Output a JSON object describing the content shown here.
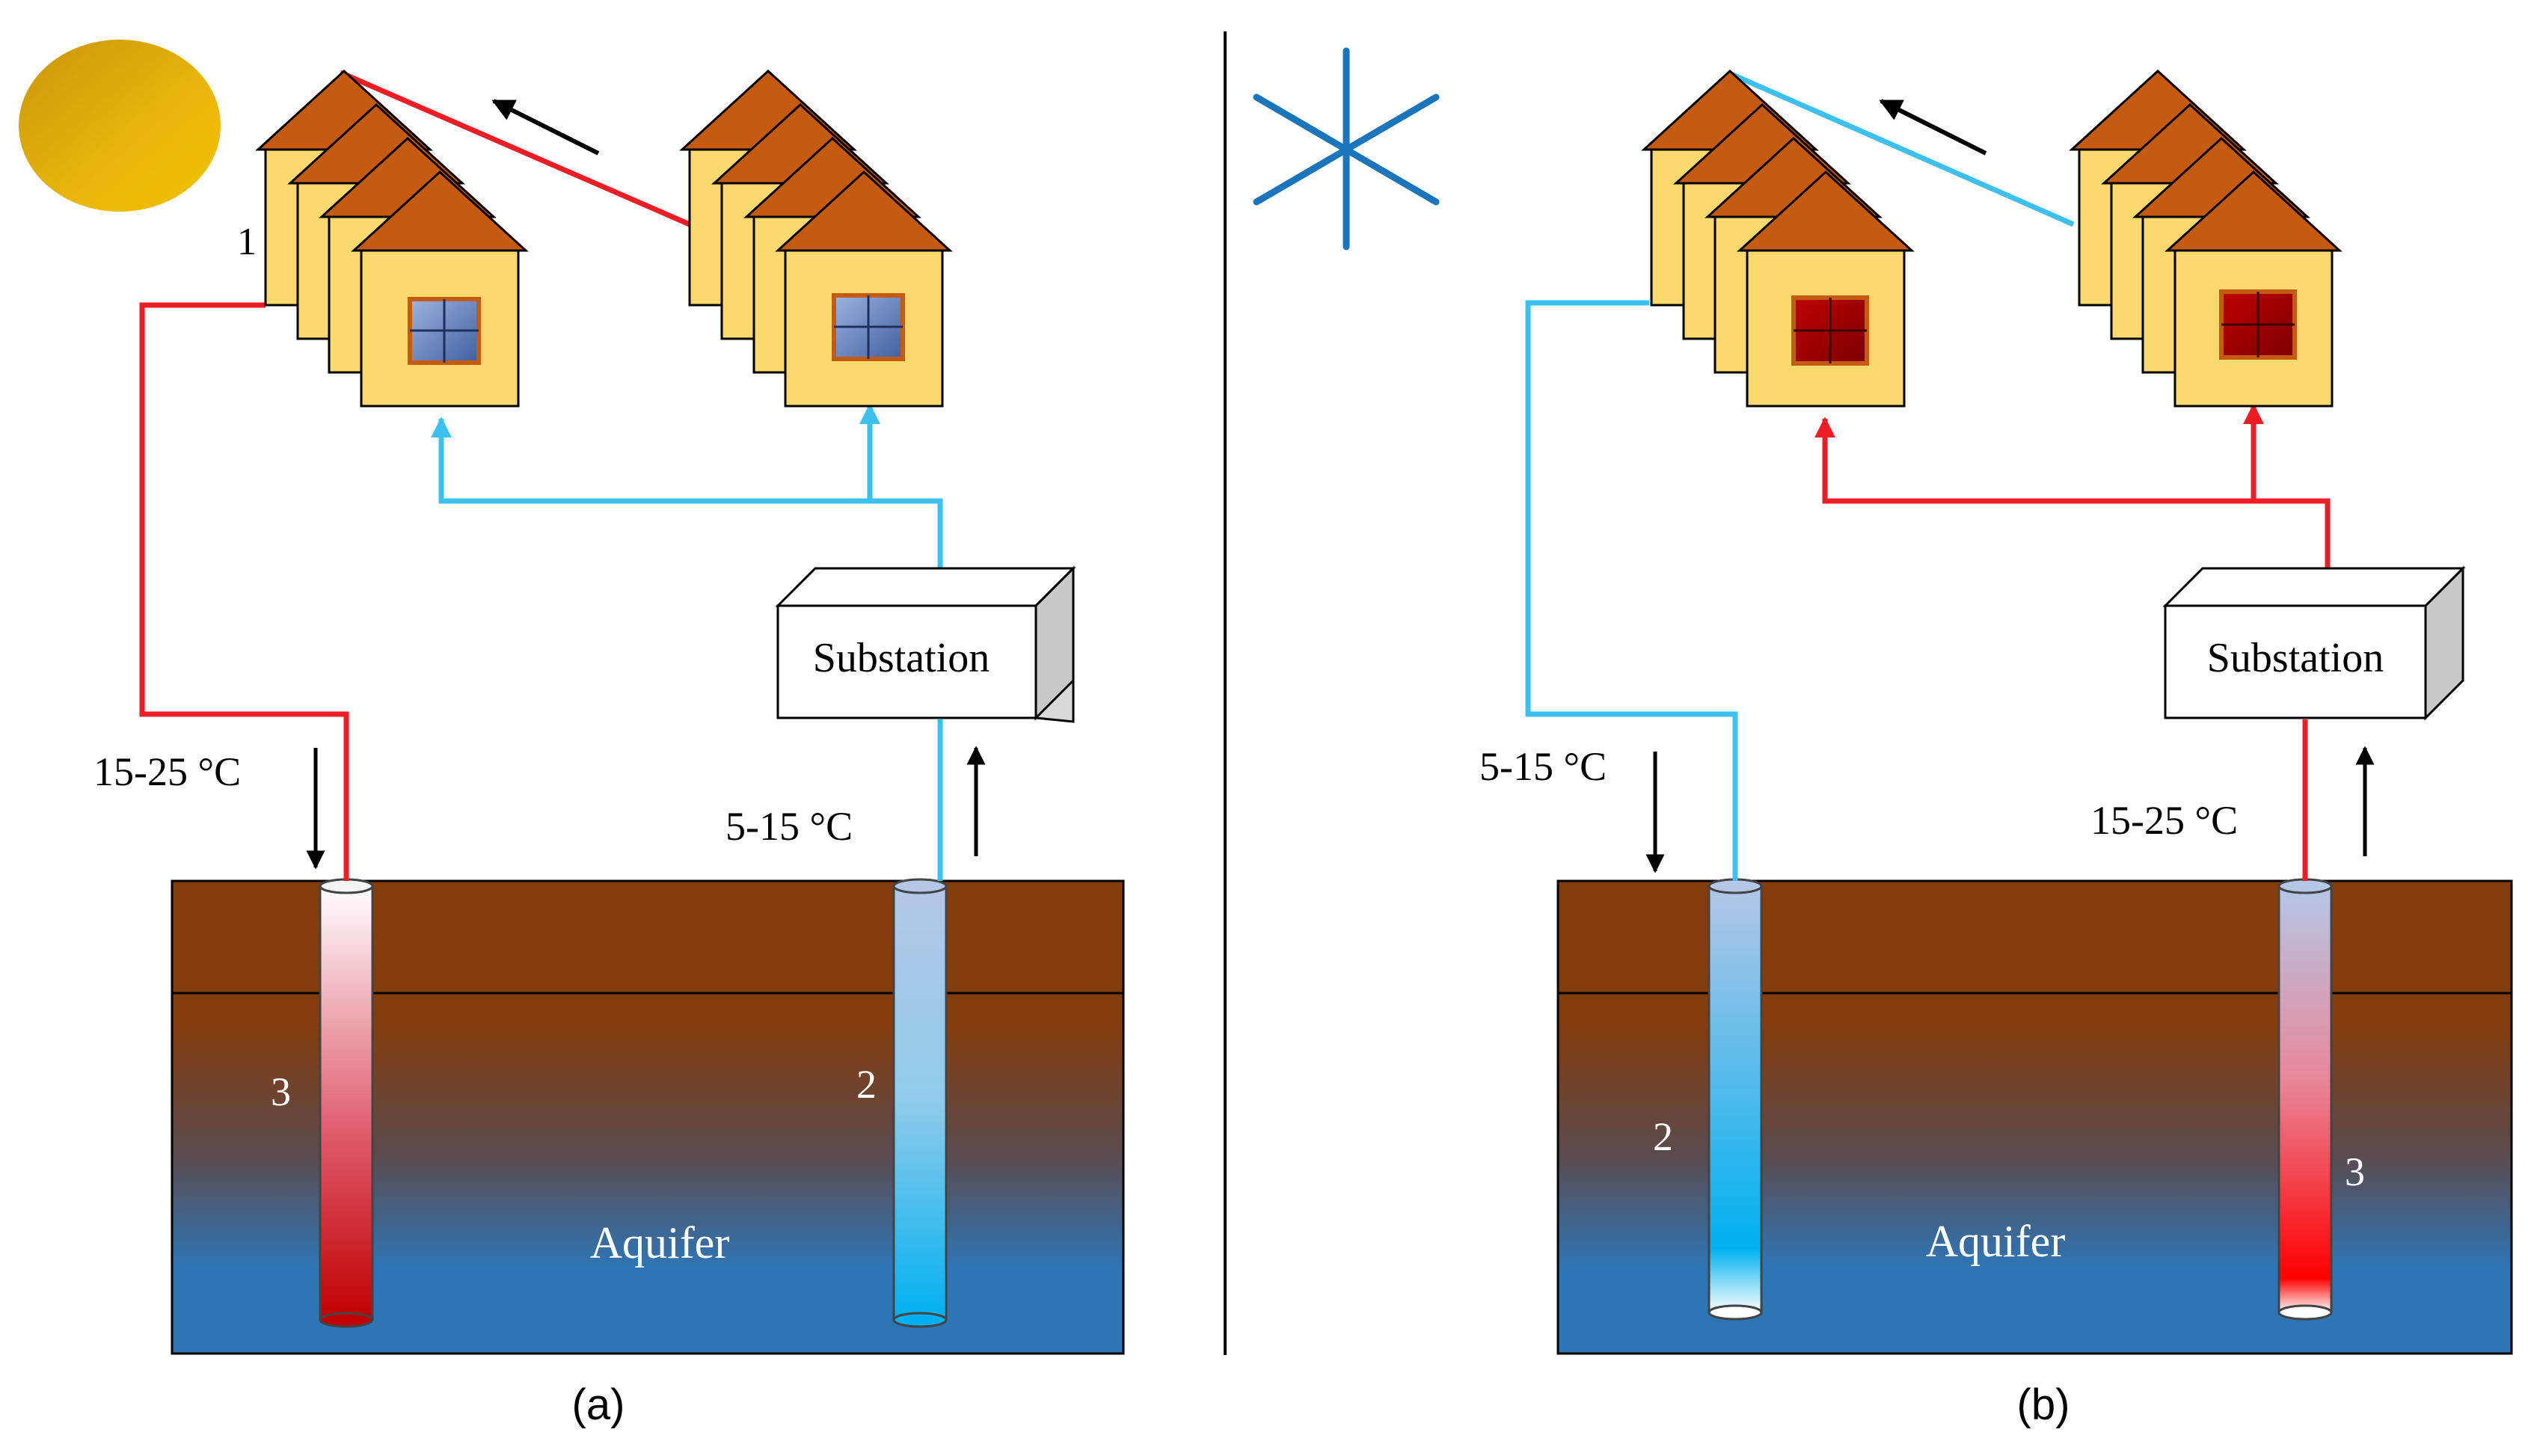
{
  "panel_a": {
    "caption": "(a)",
    "substation_label": "Substation",
    "aquifer_label": "Aquifer",
    "injection_temp": "15-25 °C",
    "extraction_temp": "5-15 °C",
    "building_number": "1",
    "cold_well_number": "2",
    "warm_well_number": "3",
    "season_icon": "sun-icon"
  },
  "panel_b": {
    "caption": "(b)",
    "substation_label": "Substation",
    "aquifer_label": "Aquifer",
    "injection_temp": "5-15 °C",
    "extraction_temp": "15-25 °C",
    "cold_well_number": "2",
    "warm_well_number": "3",
    "season_icon": "snowflake-icon"
  },
  "colors": {
    "hot_pipe": "#ee1c25",
    "cold_pipe": "#3ec0ef",
    "house_wall": "#fcd96e",
    "roof": "#c55a11",
    "soil": "#843c0c",
    "aquifer": "#2e75b6",
    "sun": "#e7b10a",
    "snowflake": "#1b75bc"
  }
}
